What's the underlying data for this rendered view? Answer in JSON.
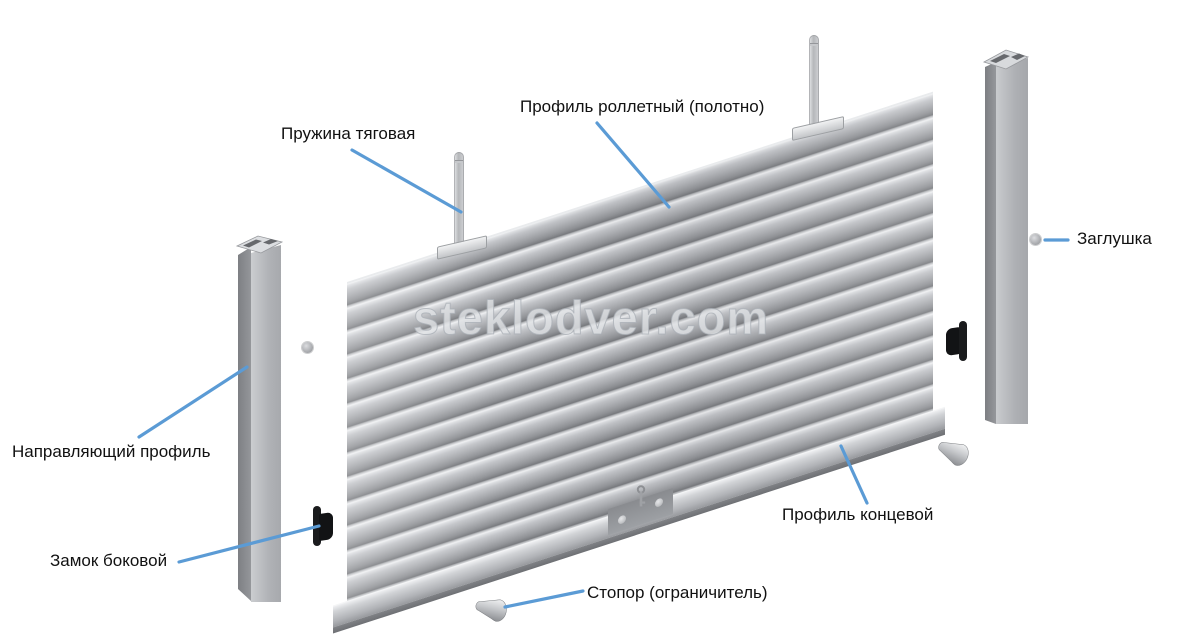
{
  "diagram": {
    "watermark": "steklodver.com",
    "accent_color": "#5B9BD5",
    "background_color": "#ffffff",
    "labels": {
      "spring": "Пружина тяговая",
      "curtain": "Профиль роллетный (полотно)",
      "plug": "Заглушка",
      "guide": "Направляющий профиль",
      "side_lock": "Замок боковой",
      "end_profile": "Профиль концевой",
      "stopper": "Стопор (ограничитель)"
    },
    "parts": [
      "traction-spring-left",
      "traction-spring-right",
      "curtain-panel",
      "end-profile-bar",
      "lock-plate",
      "guide-profile-left",
      "guide-profile-right",
      "side-lock-left",
      "side-lock-right",
      "plug-left",
      "plug-right",
      "stopper-bottom",
      "stopper-right"
    ]
  }
}
